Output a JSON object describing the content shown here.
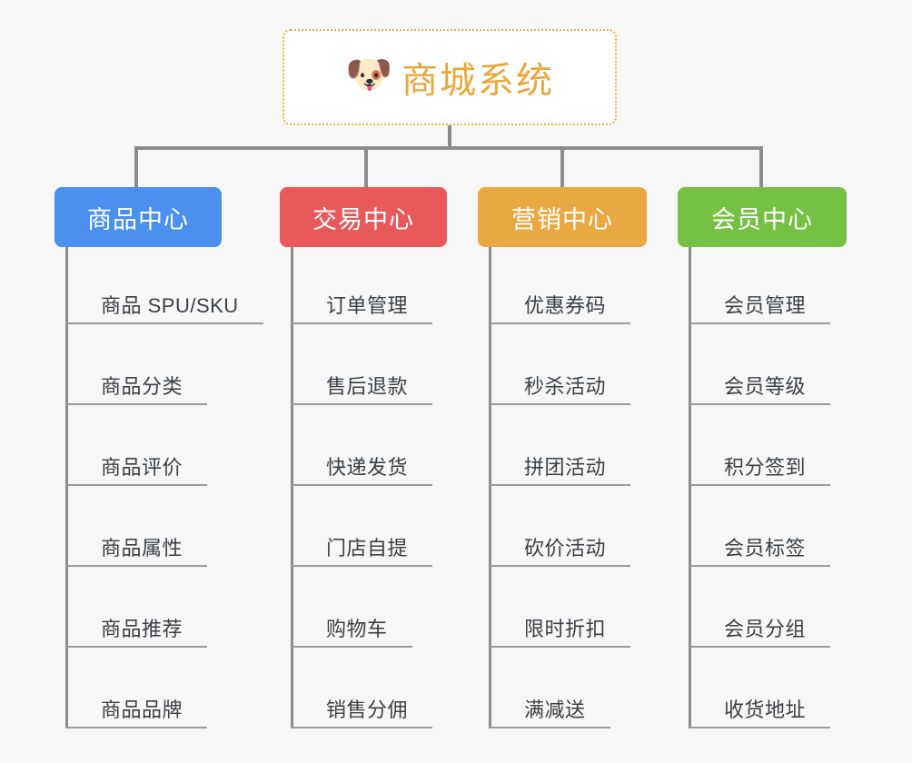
{
  "page": {
    "background_color": "#f7f7f7",
    "line_color": "#8c8c8c",
    "leaf_text_color": "#3a3f44"
  },
  "root": {
    "icon": "shiba-dog-face-emoji",
    "emoji": "🐶",
    "title": "商城系统",
    "title_color": "#e8a83c",
    "border_color": "#eeab3e",
    "background_color": "#ffffff"
  },
  "branches": [
    {
      "title": "商品中心",
      "color": "#4a90ec",
      "items": [
        "商品 SPU/SKU",
        "商品分类",
        "商品评价",
        "商品属性",
        "商品推荐",
        "商品品牌"
      ]
    },
    {
      "title": "交易中心",
      "color": "#e7595b",
      "items": [
        "订单管理",
        "售后退款",
        "快递发货",
        "门店自提",
        "购物车",
        "销售分佣"
      ]
    },
    {
      "title": "营销中心",
      "color": "#eaa842",
      "items": [
        "优惠券码",
        "秒杀活动",
        "拼团活动",
        "砍价活动",
        "限时折扣",
        "满减送"
      ]
    },
    {
      "title": "会员中心",
      "color": "#76c043",
      "items": [
        "会员管理",
        "会员等级",
        "积分签到",
        "会员标签",
        "会员分组",
        "收货地址"
      ]
    }
  ]
}
